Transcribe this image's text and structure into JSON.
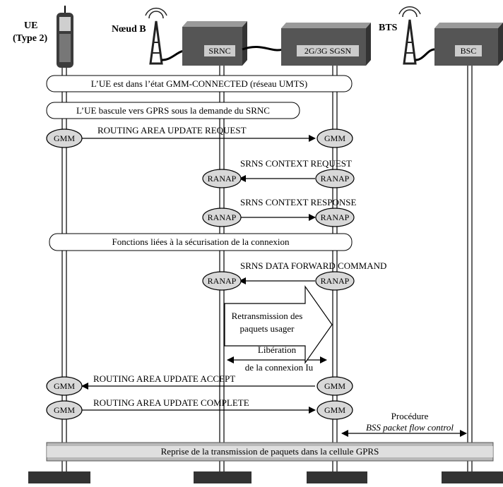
{
  "entities": {
    "ue": "UE",
    "ue_type": "(Type 2)",
    "node_b": "Nœud B",
    "srnc": "SRNC",
    "sgsn": "2G/3G SGSN",
    "bts": "BTS",
    "bsc": "BSC"
  },
  "banners": {
    "gmm_connected": "L’UE est dans l’état GMM-CONNECTED (réseau UMTS)",
    "gprs_switch": "L’UE bascule vers GPRS sous la demande du SRNC",
    "security": "Fonctions liées à la sécurisation de la connexion",
    "resume": "Reprise de la transmission de paquets dans la cellule GPRS"
  },
  "protocols": {
    "gmm": "GMM",
    "ranap": "RANAP"
  },
  "messages": {
    "rau_request": "ROUTING AREA UPDATE REQUEST",
    "srns_ctx_request": "SRNS CONTEXT REQUEST",
    "srns_ctx_response": "SRNS CONTEXT RESPONSE",
    "srns_data_fwd": "SRNS DATA FORWARD COMMAND",
    "rau_accept": "ROUTING AREA UPDATE ACCEPT",
    "rau_complete": "ROUTING AREA UPDATE COMPLETE"
  },
  "notes": {
    "retransmission_1": "Retransmission des",
    "retransmission_2": "paquets usager",
    "liberation_1": "Libération",
    "liberation_2": "de la connexion Iu",
    "procedure": "Procédure",
    "bss_flow": "BSS packet flow control"
  },
  "colors": {
    "line": "#000000",
    "box_fill": "#ffffff",
    "equipment": "#555555",
    "equipment_top": "#9a9a9a",
    "ellipse_fill": "#d8d8d8",
    "banner_band": "#b9b9b9"
  }
}
